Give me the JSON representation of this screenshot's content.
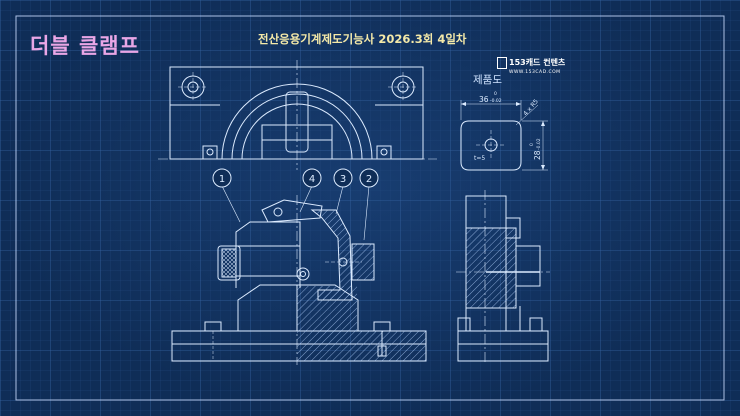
{
  "header": {
    "title": "더블 클램프",
    "exam_title": "전산응용기계제도기능사 2026.3회 4일차",
    "logo_text": "153캐드 컨텐츠",
    "logo_url": "WWW.153CAD.COM"
  },
  "product_view": {
    "label": "제품도",
    "dim_width": "36",
    "dim_width_tol_upper": "0",
    "dim_width_tol_lower": "-0.02",
    "dim_height": "28",
    "dim_height_tol_upper": "0",
    "dim_height_tol_lower": "-0.02",
    "dim_chamfer": "4 x R5",
    "thickness": "t=5"
  },
  "balloons": [
    "1",
    "4",
    "3",
    "2"
  ],
  "colors": {
    "background": "#0f2d57",
    "grid": "#2c5590",
    "lines": "#dcebff",
    "title": "#e9a6e6",
    "exam_title": "#f4e9a8"
  }
}
